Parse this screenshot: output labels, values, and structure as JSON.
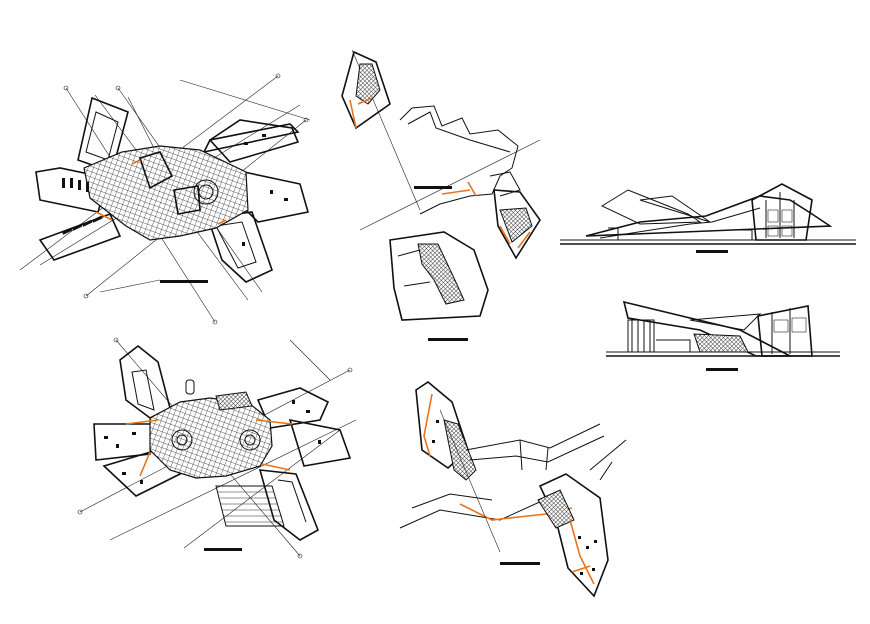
{
  "drawing": {
    "background": "#ffffff",
    "line_color": "#111111",
    "accent_color": "#e8731a",
    "views": [
      {
        "kind": "floor-plan"
      },
      {
        "kind": "site-plan"
      },
      {
        "kind": "elevation"
      },
      {
        "kind": "elevation"
      },
      {
        "kind": "floor-plan"
      },
      {
        "kind": "site-plan"
      }
    ]
  }
}
